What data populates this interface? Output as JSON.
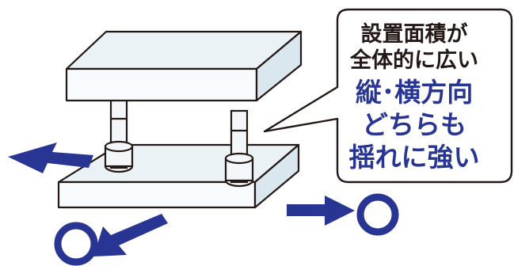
{
  "callout": {
    "lines": [
      "設置面積が",
      "全体的に広い",
      "縦･横方向",
      "どちらも",
      "揺れに強い"
    ]
  },
  "colors": {
    "accent": "#283593",
    "outline": "#231815",
    "block_face": "#eaf2f6"
  },
  "icons": [
    "arrow-left-icon",
    "arrow-right-icon",
    "arrow-down-left-icon",
    "circle-ok-icon"
  ]
}
